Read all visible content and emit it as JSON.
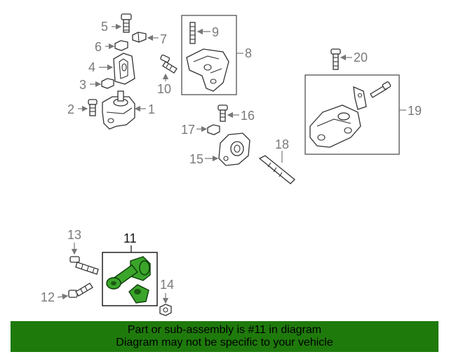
{
  "callouts": {
    "c1": "1",
    "c2": "2",
    "c3": "3",
    "c4": "4",
    "c5": "5",
    "c6": "6",
    "c7": "7",
    "c8": "8",
    "c9": "9",
    "c10": "10",
    "c11": "11",
    "c12": "12",
    "c13": "13",
    "c14": "14",
    "c15": "15",
    "c16": "16",
    "c17": "17",
    "c18": "18",
    "c19": "19",
    "c20": "20"
  },
  "banner": {
    "line1": "Part or sub-assembly is #11 in diagram",
    "line2": "Diagram may not be specific to your vehicle"
  },
  "colors": {
    "highlight_part": "#3aa52a",
    "banner_bg": "#1f7a0c",
    "callout_text": "#7a7a7a"
  }
}
